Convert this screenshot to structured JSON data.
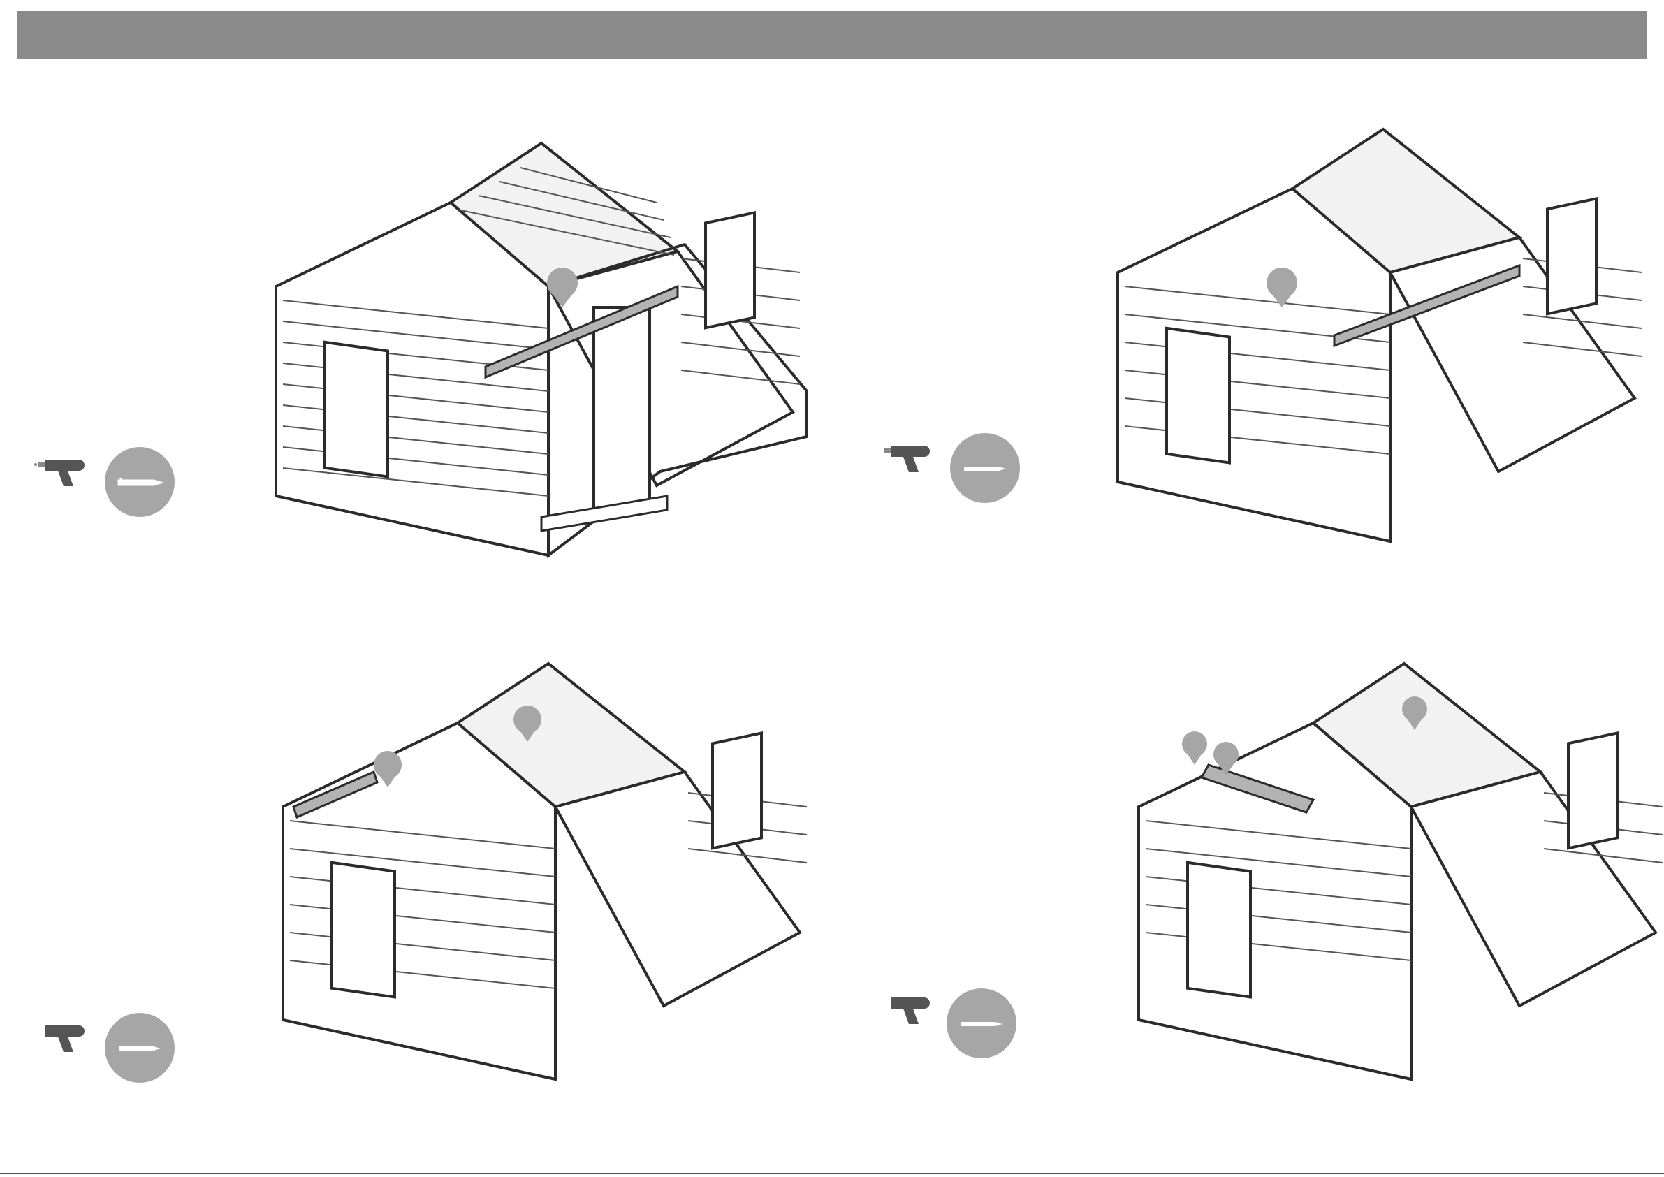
{
  "header": {
    "color": "#8a8a8a"
  },
  "colors": {
    "line": "#2b2b2b",
    "wall": "#ffffff",
    "highlight": "#b3b3b3",
    "marker": "#a6a6a6",
    "drill": "#555555"
  },
  "steps": [
    {
      "id": 1,
      "highlight": "porch-front-beam",
      "markers": 1,
      "tools": [
        "drill-icon",
        "screw-icon"
      ]
    },
    {
      "id": 2,
      "highlight": "porch-top-beam",
      "markers": 1,
      "tools": [
        "drill-icon",
        "screw-icon"
      ]
    },
    {
      "id": 3,
      "highlight": "roof-bracket-left",
      "markers": 2,
      "tools": [
        "drill-icon",
        "screw-icon"
      ]
    },
    {
      "id": 4,
      "highlight": "roof-bracket-porch",
      "markers": 3,
      "tools": [
        "drill-icon",
        "screw-icon"
      ]
    }
  ]
}
